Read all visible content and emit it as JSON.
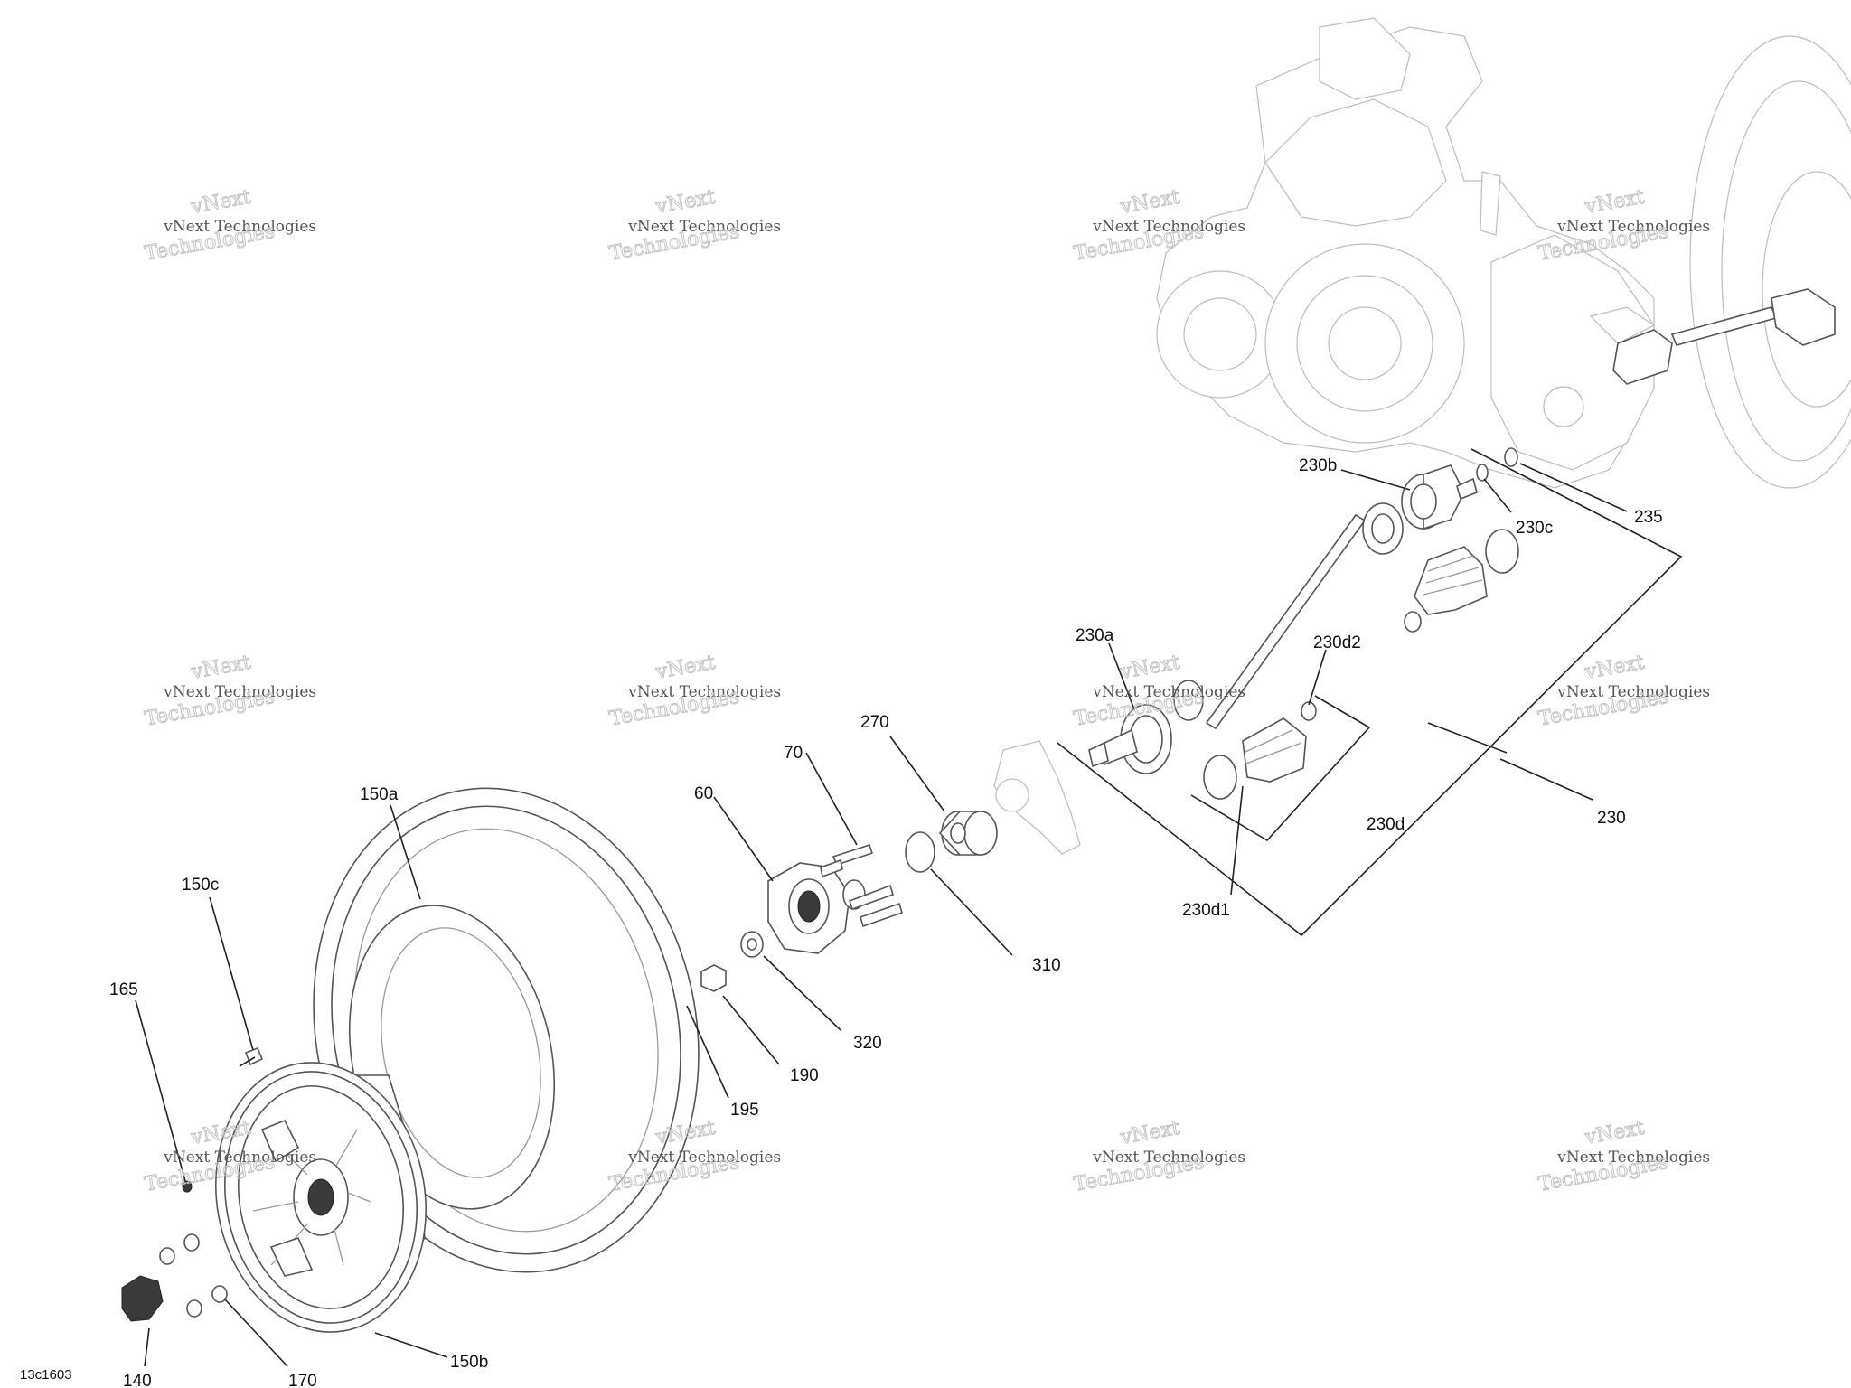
{
  "callouts": {
    "c235": "235",
    "c230b": "230b",
    "c230c": "230c",
    "c230a": "230a",
    "c230d2": "230d2",
    "c230d": "230d",
    "c230d1": "230d1",
    "c230": "230",
    "c270": "270",
    "c70": "70",
    "c60": "60",
    "c310": "310",
    "c320": "320",
    "c190": "190",
    "c195": "195",
    "c150a": "150a",
    "c150c": "150c",
    "c165": "165",
    "c150b": "150b",
    "c140": "140",
    "c170": "170"
  },
  "diagram_ref": "13c1603",
  "watermark": {
    "line1": "vNext Technologies",
    "line2": "vNext",
    "line3": "Technologies"
  }
}
